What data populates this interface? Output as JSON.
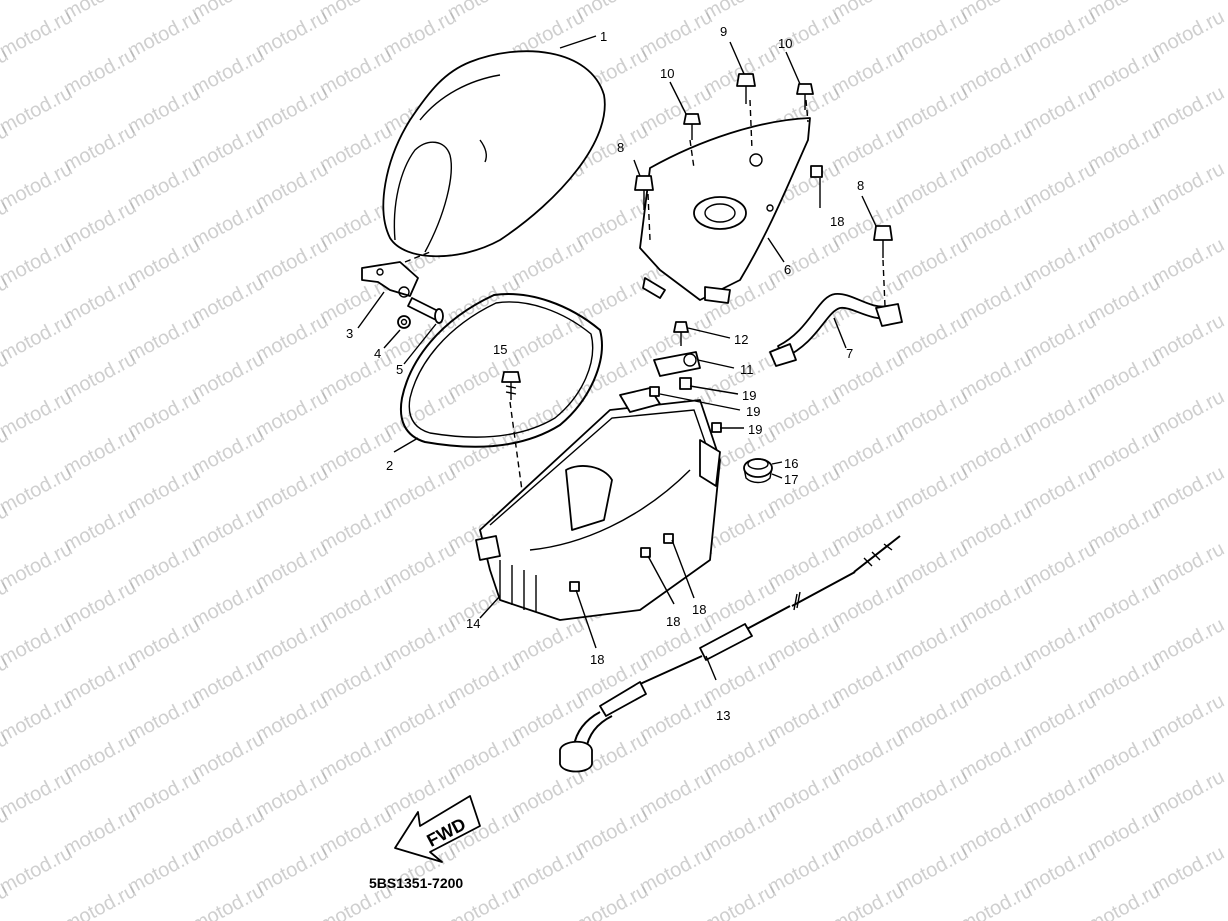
{
  "watermark": {
    "text": "motod.ru"
  },
  "diagram_code": "5BS1351-7200",
  "direction_arrow": {
    "label": "FWD"
  },
  "callouts": [
    {
      "id": "c1",
      "label": "1"
    },
    {
      "id": "c2",
      "label": "2"
    },
    {
      "id": "c3",
      "label": "3"
    },
    {
      "id": "c4",
      "label": "4"
    },
    {
      "id": "c5",
      "label": "5"
    },
    {
      "id": "c6",
      "label": "6"
    },
    {
      "id": "c7",
      "label": "7"
    },
    {
      "id": "c8a",
      "label": "8"
    },
    {
      "id": "c8b",
      "label": "8"
    },
    {
      "id": "c9",
      "label": "9"
    },
    {
      "id": "c10a",
      "label": "10"
    },
    {
      "id": "c10b",
      "label": "10"
    },
    {
      "id": "c11",
      "label": "11"
    },
    {
      "id": "c12",
      "label": "12"
    },
    {
      "id": "c13",
      "label": "13"
    },
    {
      "id": "c14",
      "label": "14"
    },
    {
      "id": "c15",
      "label": "15"
    },
    {
      "id": "c16",
      "label": "16"
    },
    {
      "id": "c17",
      "label": "17"
    },
    {
      "id": "c18a",
      "label": "18"
    },
    {
      "id": "c18b",
      "label": "18"
    },
    {
      "id": "c18c",
      "label": "18"
    },
    {
      "id": "c18d",
      "label": "18"
    },
    {
      "id": "c19a",
      "label": "19"
    },
    {
      "id": "c19b",
      "label": "19"
    },
    {
      "id": "c19c",
      "label": "19"
    }
  ]
}
